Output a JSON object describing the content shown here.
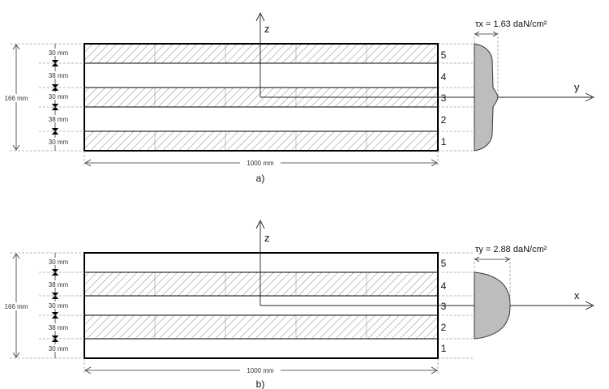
{
  "panel_a": {
    "caption": "a)",
    "total_height": "166 mm",
    "width_label": "1000 mm",
    "layer_thicknesses": [
      "30 mm",
      "38 mm",
      "30 mm",
      "38 mm",
      "30 mm"
    ],
    "layer_numbers": [
      "5",
      "4",
      "3",
      "2",
      "1"
    ],
    "axis_vertical": "z",
    "axis_horizontal": "y",
    "tau_symbol": "τx",
    "tau_value": " = 1.63 daN/cm²"
  },
  "panel_b": {
    "caption": "b)",
    "total_height": "166 mm",
    "width_label": "1000 mm",
    "layer_thicknesses": [
      "30 mm",
      "38 mm",
      "30 mm",
      "38 mm",
      "30 mm"
    ],
    "layer_numbers": [
      "5",
      "4",
      "3",
      "2",
      "1"
    ],
    "axis_vertical": "z",
    "axis_horizontal": "x",
    "tau_symbol": "τy",
    "tau_value": " = 2.88 daN/cm²"
  }
}
